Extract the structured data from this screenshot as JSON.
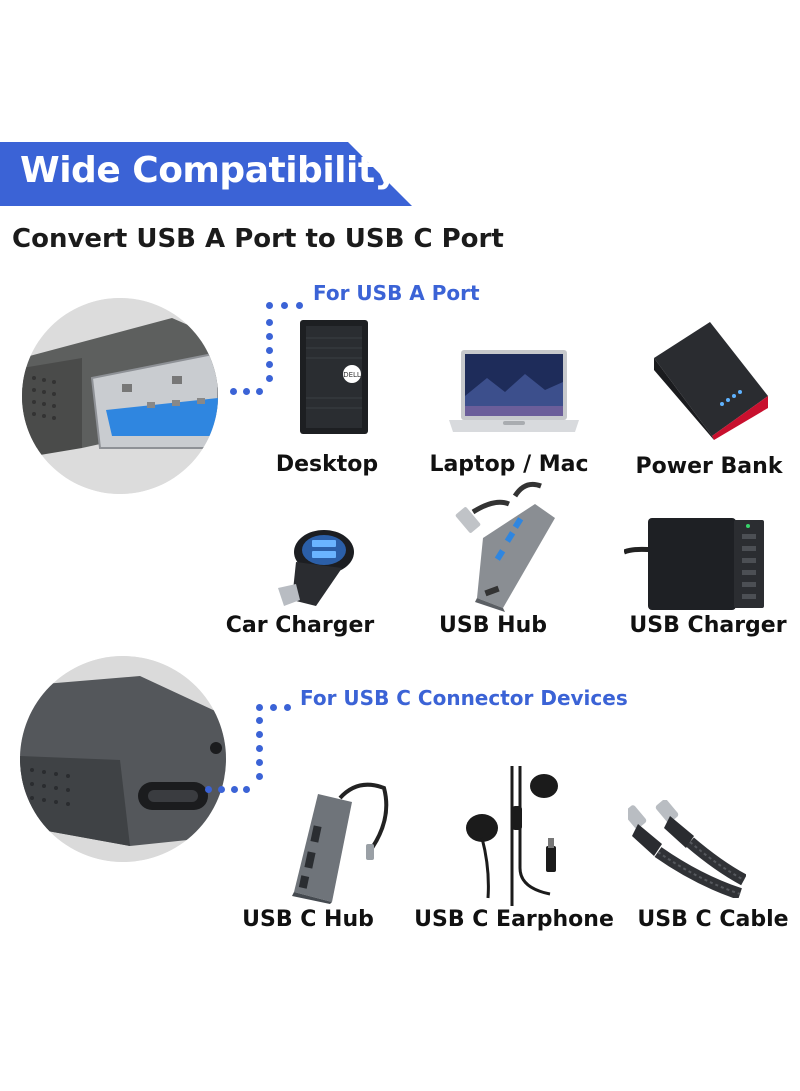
{
  "header": {
    "banner_title": "Wide Compatibility",
    "subtitle": "Convert USB A Port to USB C Port"
  },
  "section_a": {
    "label": "For USB A Port",
    "items": [
      {
        "label": "Desktop",
        "icon": "desktop-tower-icon"
      },
      {
        "label": "Laptop / Mac",
        "icon": "laptop-icon"
      },
      {
        "label": "Power Bank",
        "icon": "power-bank-icon"
      },
      {
        "label": "Car Charger",
        "icon": "car-charger-icon"
      },
      {
        "label": "USB Hub",
        "icon": "usb-hub-icon"
      },
      {
        "label": "USB Charger",
        "icon": "usb-charger-icon"
      }
    ]
  },
  "section_c": {
    "label": "For USB C Connector Devices",
    "items": [
      {
        "label": "USB C Hub",
        "icon": "usb-c-hub-icon"
      },
      {
        "label": "USB C Earphone",
        "icon": "earphone-icon"
      },
      {
        "label": "USB C Cable",
        "icon": "usb-c-cable-icon"
      }
    ]
  },
  "colors": {
    "accent": "#3b63d6",
    "text": "#111111",
    "background": "#ffffff"
  }
}
